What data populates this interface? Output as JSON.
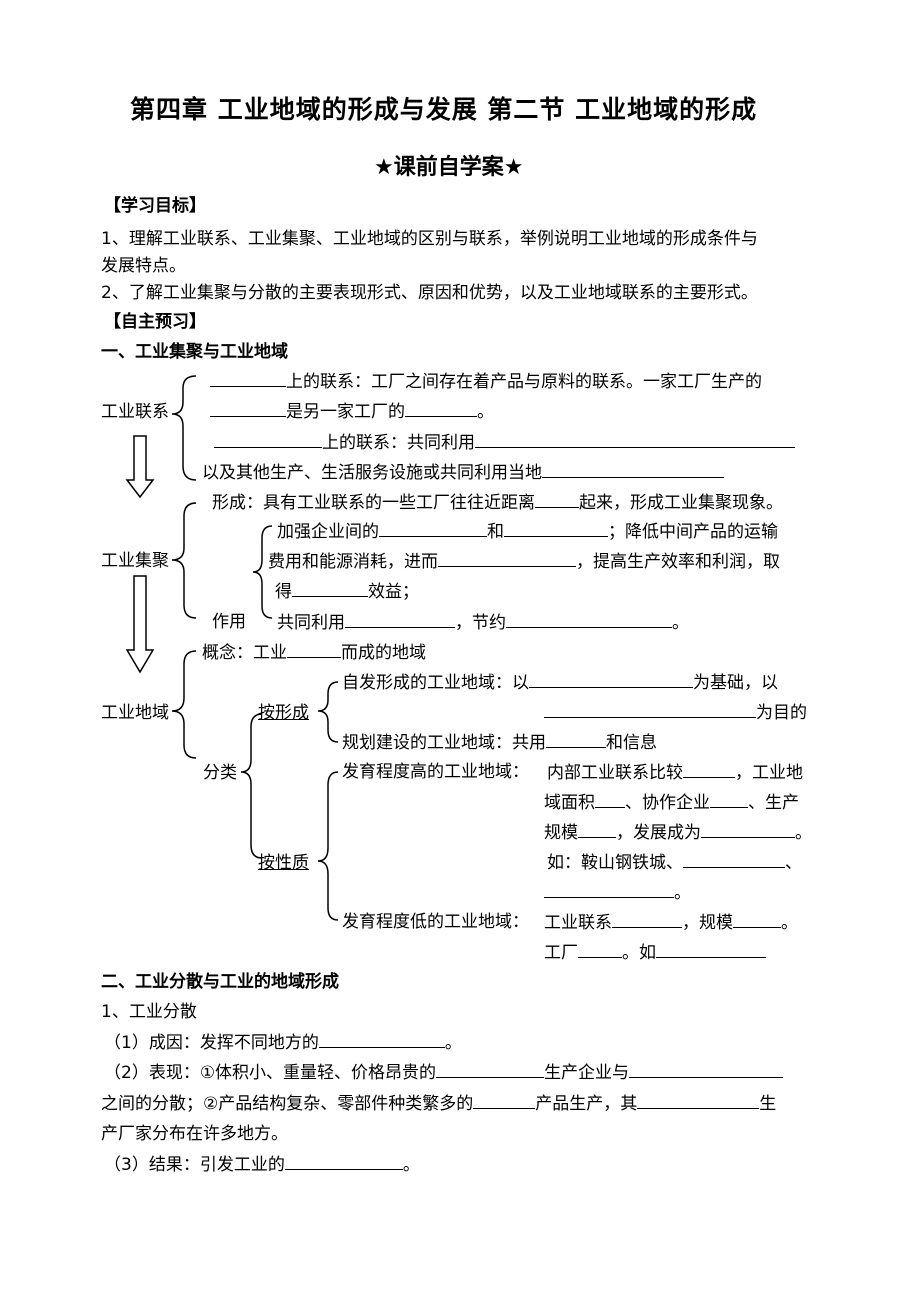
{
  "header": {
    "title": "第四章 工业地域的形成与发展 第二节   工业地域的形成",
    "subtitle": "★课前自学案★"
  },
  "objectives": {
    "heading": "【学习目标】",
    "item1_line1": "1、理解工业联系、工业集聚、工业地域的区别与联系，举例说明工业地域的形成条件与",
    "item1_line2": "发展特点。",
    "item2": "2、了解工业集聚与分散的主要表现形式、原因和优势，以及工业地域联系的主要形式。"
  },
  "preview": {
    "heading": "【自主预习】",
    "section1_title": "一、工业集聚与工业地域",
    "linkage": {
      "label": "工业联系",
      "l1_text": "上的联系：工厂之间存在着产品与原料的联系。一家工厂生产的",
      "l2_a": "是另一家工厂的",
      "l2_b": "。",
      "l3_text": "上的联系：共同利用",
      "l4_text": "以及其他生产、生活服务设施或共同利用当地"
    },
    "agglomeration": {
      "label": "工业集聚",
      "form_a": "形成：具有工业联系的一些工厂往往近距离",
      "form_b": "起来，形成工业集聚现象。",
      "role_label": "作用",
      "r1_a": "加强企业间的",
      "r1_b": "和",
      "r1_c": "；降低中间产品的运输",
      "r2_a": "费用和能源消耗，进而",
      "r2_b": "，提高生产效率和利润，取",
      "r3_a": "得",
      "r3_b": "效益；",
      "r4_a": "共同利用",
      "r4_b": "，节约",
      "r4_c": "。"
    },
    "region": {
      "label": "工业地域",
      "concept_a": "概念：工业",
      "concept_b": "而成的地域",
      "classify_label": "分类",
      "by_formation": "按形成",
      "spontaneous_a": "自发形成的工业地域：以",
      "spontaneous_b": "为基础，以",
      "spontaneous_c": "为目的",
      "planned_a": "规划建设的工业地域：共用",
      "planned_b": "和信息",
      "by_nature": "按性质",
      "high_label": "发育程度高的工业地域：",
      "high_1a": "内部工业联系比较",
      "high_1b": "，工业地",
      "high_2a": "域面积",
      "high_2b": "、协作企业",
      "high_2c": "、生产",
      "high_3a": "规模",
      "high_3b": "，发展成为",
      "high_3c": "。",
      "high_4a": "如：鞍山钢铁城、",
      "high_4b": "、",
      "high_5": "。",
      "low_label": "发育程度低的工业地域：",
      "low_1a": "工业联系",
      "low_1b": "，规模",
      "low_1c": "。",
      "low_2a": "工厂",
      "low_2b": "。如"
    },
    "section2_title": "二、工业分散与工业的地域形成",
    "dispersal": {
      "title": "1、工业分散",
      "cause_a": "（1）成因：发挥不同地方的",
      "cause_b": "。",
      "perf_a": "（2）表现：①体积小、重量轻、价格昂贵的",
      "perf_b": "生产企业与",
      "perf2_a": "之间的分散；②产品结构复杂、零部件种类繁多的",
      "perf2_b": "产品生产，其",
      "perf2_c": "生",
      "perf3": "产厂家分布在许多地方。",
      "result_a": "（3）结果：引发工业的",
      "result_b": "。"
    }
  }
}
